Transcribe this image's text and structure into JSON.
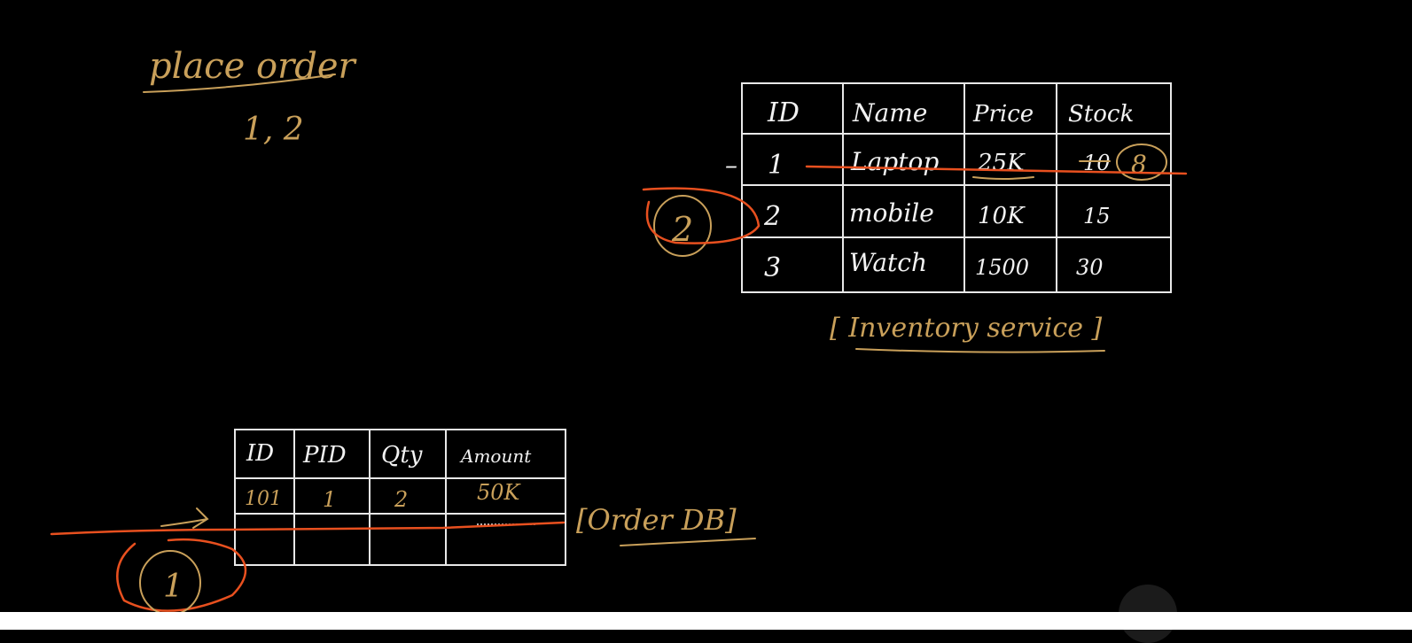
{
  "note": {
    "title": "place order",
    "items": "1, 2"
  },
  "inventory_table": {
    "headers": [
      "ID",
      "Name",
      "Price",
      "Stock"
    ],
    "rows": [
      [
        "1",
        "Laptop",
        "25K",
        "10"
      ],
      [
        "2",
        "mobile",
        "10K",
        "15"
      ],
      [
        "3",
        "Watch",
        "1500",
        "30"
      ]
    ],
    "stock_update": "8",
    "row_marker": "–",
    "caption": "[ Inventory service ]"
  },
  "order_table": {
    "headers": [
      "ID",
      "PID",
      "Qty",
      "Amount"
    ],
    "rows": [
      [
        "101",
        "1",
        "2",
        "50K"
      ]
    ],
    "caption": "[Order DB]"
  },
  "step_markers": {
    "first": "1",
    "second": "2"
  },
  "colors": {
    "ink_white": "#f2f2f2",
    "ink_gold": "#c9a05a",
    "ink_orange": "#e8501f",
    "background": "#000000"
  }
}
